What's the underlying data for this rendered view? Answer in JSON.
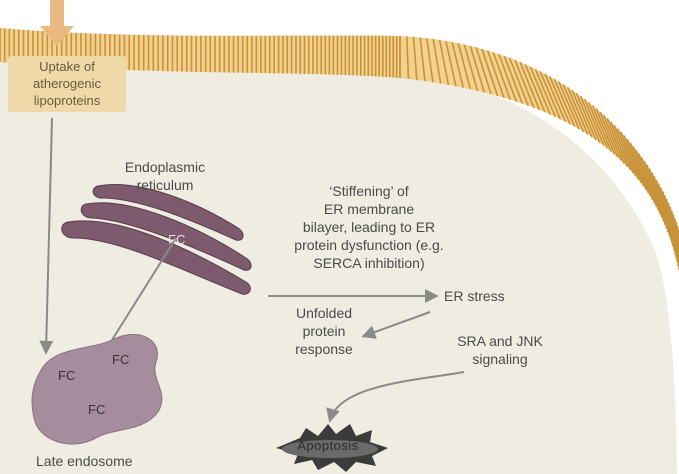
{
  "colors": {
    "cell_fill": "#efece1",
    "membrane_band": "#f2d08e",
    "membrane_stripe": "#c8923a",
    "er_fill": "#7d5a6e",
    "endosome_fill": "#a58d9e",
    "arrow": "#8a8a8a",
    "uptake_arrow": "#eab980"
  },
  "labels": {
    "uptake": [
      "Uptake of",
      "atherogenic",
      "lipoproteins"
    ],
    "er_title": [
      "Endoplasmic",
      "reticulum"
    ],
    "stiffening": [
      "‘Stiffening’ of",
      "ER membrane",
      "bilayer, leading to ER",
      "protein dysfunction (e.g.",
      "SERCA inhibition)"
    ],
    "er_stress": "ER stress",
    "upr": [
      "Unfolded",
      "protein",
      "response"
    ],
    "sra_jnk": [
      "SRA and JNK",
      "signaling"
    ],
    "late_endosome": "Late endosome",
    "apoptosis": "Apoptosis"
  },
  "fc_markers": [
    "FC",
    "FC",
    "FC",
    "FC"
  ],
  "icons": {
    "uptake_arrow": "down-arrow-icon",
    "apoptosis_burst": "burst-icon"
  }
}
